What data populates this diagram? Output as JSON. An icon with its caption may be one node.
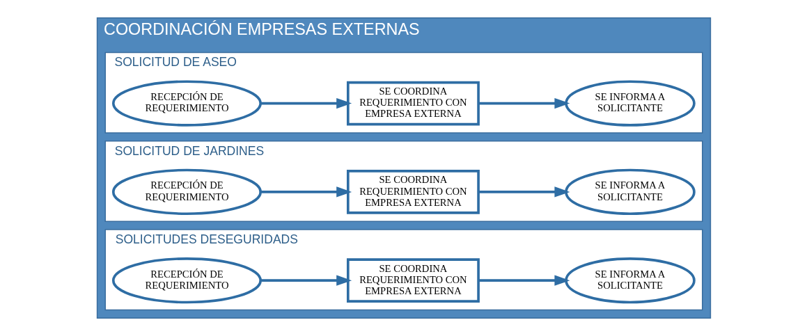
{
  "diagram": {
    "nodes": [
      {
        "text": [
          "COORDINACIÓN EMPRESAS EXTERNAS"
        ]
      },
      {
        "text": [
          "SOLICITUD DE ASEO"
        ],
        "in": 0
      },
      {
        "text": [
          "RECEPCIÓN DE REQUERIMIENTO"
        ],
        "in": 1
      },
      {
        "text": [
          "SE COORDINA REQUERIMIENTO CON EMPRESA EXTERNA"
        ],
        "in": 1
      },
      {
        "text": [
          "SE INFORMA A SOLICITANTE"
        ],
        "in": 1
      },
      {
        "text": [
          "SOLICITUD DE JARDINES"
        ],
        "in": 0
      },
      {
        "text": [
          "RECEPCIÓN DE REQUERIMIENTO"
        ],
        "in": 5
      },
      {
        "text": [
          "SE COORDINA REQUERIMIENTO CON EMPRESA EXTERNA"
        ],
        "in": 5
      },
      {
        "text": [
          "SE INFORMA A SOLICITANTE"
        ],
        "in": 5
      },
      {
        "text": [
          "SOLICITUDES DESEGURIDADS"
        ],
        "in": 0
      },
      {
        "text": [
          "RECEPCIÓN DE REQUERIMIENTO"
        ],
        "in": 9
      },
      {
        "text": [
          "SE COORDINA REQUERIMIENTO CON EMPRESA EXTERNA"
        ],
        "in": 9
      },
      {
        "text": [
          "SE INFORMA A SOLICITANTE"
        ],
        "in": 9
      }
    ],
    "edges": [
      {
        "from": 2,
        "to": 3,
        "arrow": "to"
      },
      {
        "from": 3,
        "to": 4,
        "arrow": "to"
      },
      {
        "from": 6,
        "to": 7,
        "arrow": "to"
      },
      {
        "from": 7,
        "to": 8,
        "arrow": "to"
      },
      {
        "from": 10,
        "to": 11,
        "arrow": "to"
      },
      {
        "from": 11,
        "to": 12,
        "arrow": "to"
      }
    ]
  }
}
